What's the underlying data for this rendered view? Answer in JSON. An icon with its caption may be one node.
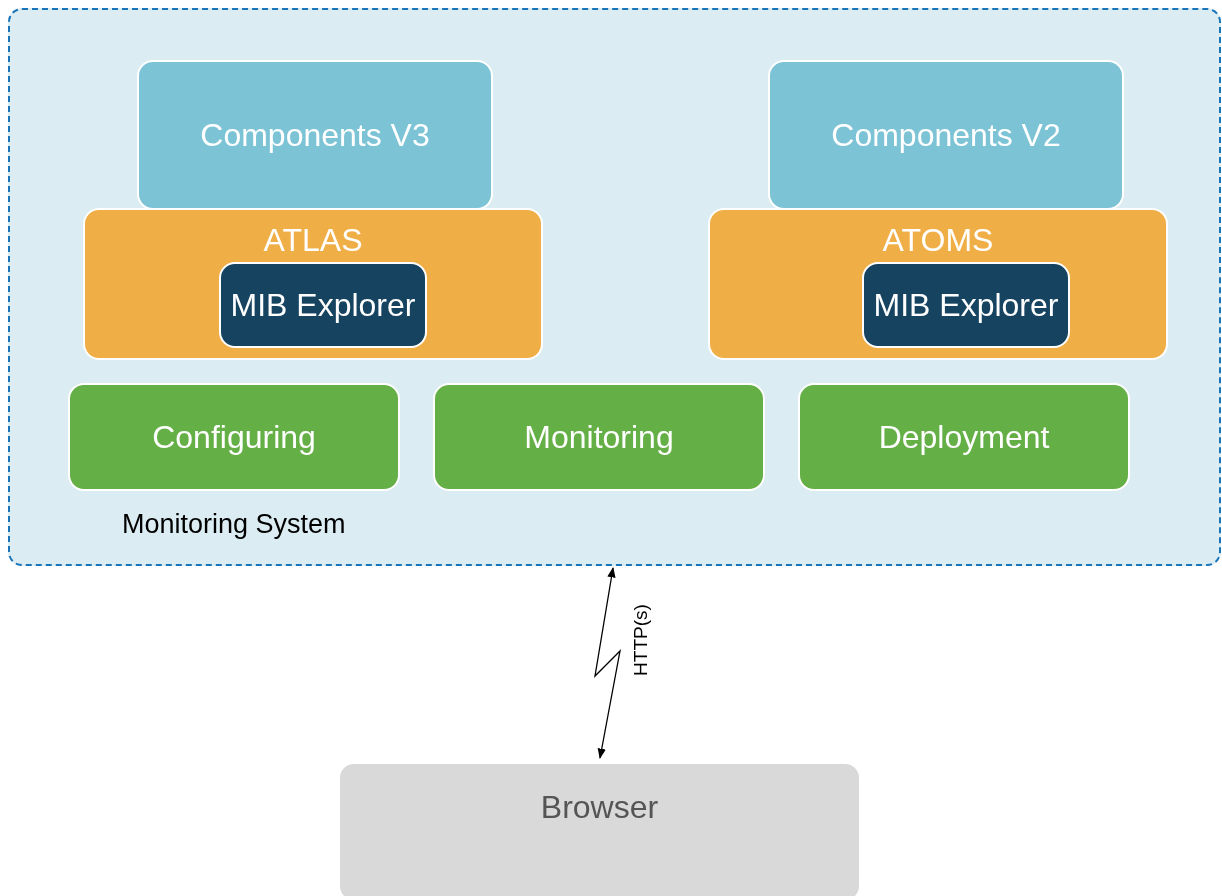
{
  "diagram": {
    "nodes": [
      {
        "text": [
          "Monitoring System"
        ]
      },
      {
        "text": [
          "Components V3"
        ],
        "in": 0
      },
      {
        "text": [
          "ATLAS"
        ],
        "in": 0
      },
      {
        "text": [
          "MIB Explorer"
        ],
        "in": 2
      },
      {
        "text": [
          "Components V2"
        ],
        "in": 0
      },
      {
        "text": [
          "ATOMS"
        ],
        "in": 0
      },
      {
        "text": [
          "MIB Explorer"
        ],
        "in": 5
      },
      {
        "text": [
          "Configuring"
        ],
        "in": 0
      },
      {
        "text": [
          "Monitoring"
        ],
        "in": 0
      },
      {
        "text": [
          "Deployment"
        ],
        "in": 0
      },
      {
        "text": [
          "Browser"
        ]
      }
    ],
    "edges": [
      {
        "from": 0,
        "to": 10,
        "arrow": "both",
        "label": "HTTP(s)"
      }
    ]
  }
}
